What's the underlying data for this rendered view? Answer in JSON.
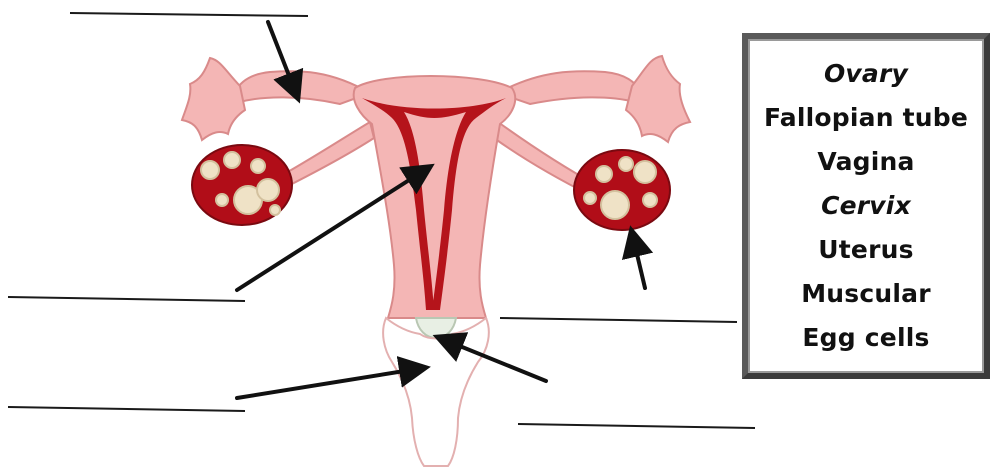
{
  "word_bank": {
    "words": [
      "Ovary",
      "Fallopian tube",
      "Vagina",
      "Cervix",
      "Uterus",
      "Muscular",
      "Egg cells"
    ]
  },
  "colors": {
    "tissue_pink": "#f4b6b5",
    "tissue_outline": "#d98a8a",
    "muscle_red": "#b5141b",
    "ovary_red": "#b10d18",
    "egg_cream": "#efe2c6",
    "vagina_fill": "#ffffff"
  }
}
